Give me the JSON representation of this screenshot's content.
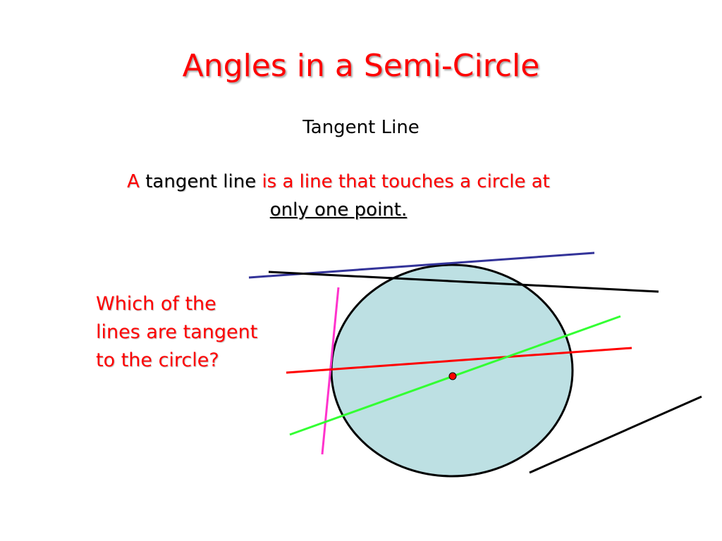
{
  "slide": {
    "title": "Angles in a Semi-Circle",
    "subtitle": "Tangent Line",
    "definition": {
      "part1": "A",
      "part2": "tangent line",
      "part3": "is a line that touches a circle at",
      "part4": "only one point."
    },
    "question": "Which of the lines are tangent to the circle?"
  },
  "diagram": {
    "circle_fill": "#bde0e3",
    "circle_stroke": "#000000",
    "center_dot_color": "#ff0000",
    "line_colors": {
      "navy": "#333399",
      "black": "#000000",
      "magenta": "#ff33cc",
      "red": "#ff0000",
      "green": "#33ff33"
    }
  }
}
